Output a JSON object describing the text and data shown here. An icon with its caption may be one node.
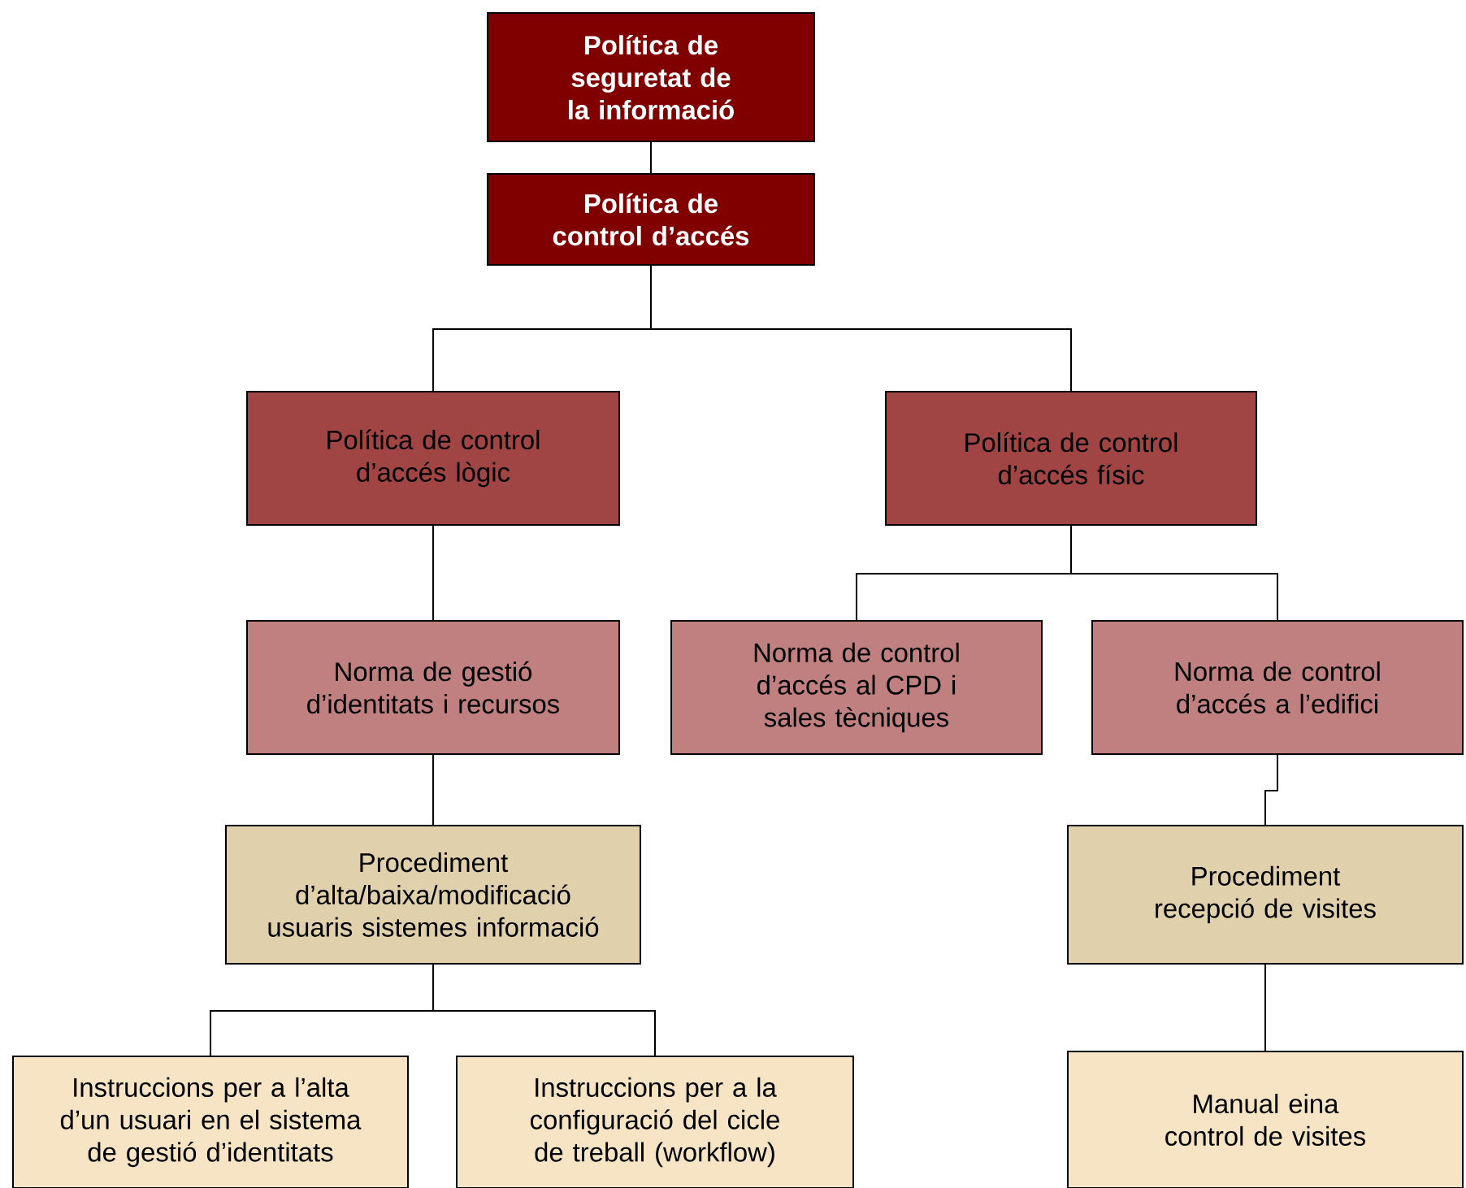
{
  "diagram": {
    "nodes": [
      {
        "text": [
          "Política de seguretat de la informació"
        ]
      },
      {
        "text": [
          "Política de control d’accés"
        ]
      },
      {
        "text": [
          "Política de control d’accés lògic"
        ]
      },
      {
        "text": [
          "Política de control d’accés físic"
        ]
      },
      {
        "text": [
          "Norma de gestió d’identitats i recursos"
        ]
      },
      {
        "text": [
          "Norma de control d’accés al CPD i sales tècniques"
        ]
      },
      {
        "text": [
          "Norma de control d’accés a l’edifici"
        ]
      },
      {
        "text": [
          "Procediment d’alta/baixa/modificació usuaris sistemes informació"
        ]
      },
      {
        "text": [
          "Procediment recepció de visites"
        ]
      },
      {
        "text": [
          "Instruccions per a l’alta d’un usuari en el sistema de gestió d’identitats"
        ]
      },
      {
        "text": [
          "Instruccions per a la configuració del cicle de treball (workflow)"
        ]
      },
      {
        "text": [
          "Manual eina control de visites"
        ]
      }
    ],
    "edges": [
      {
        "from": 0,
        "to": 1,
        "arrow": "none"
      },
      {
        "from": 1,
        "to": 2,
        "arrow": "none"
      },
      {
        "from": 1,
        "to": 3,
        "arrow": "none"
      },
      {
        "from": 2,
        "to": 4,
        "arrow": "none"
      },
      {
        "from": 3,
        "to": 5,
        "arrow": "none"
      },
      {
        "from": 3,
        "to": 6,
        "arrow": "none"
      },
      {
        "from": 4,
        "to": 7,
        "arrow": "none"
      },
      {
        "from": 6,
        "to": 8,
        "arrow": "none"
      },
      {
        "from": 7,
        "to": 9,
        "arrow": "none"
      },
      {
        "from": 7,
        "to": 10,
        "arrow": "none"
      },
      {
        "from": 8,
        "to": 11,
        "arrow": "none"
      }
    ]
  }
}
